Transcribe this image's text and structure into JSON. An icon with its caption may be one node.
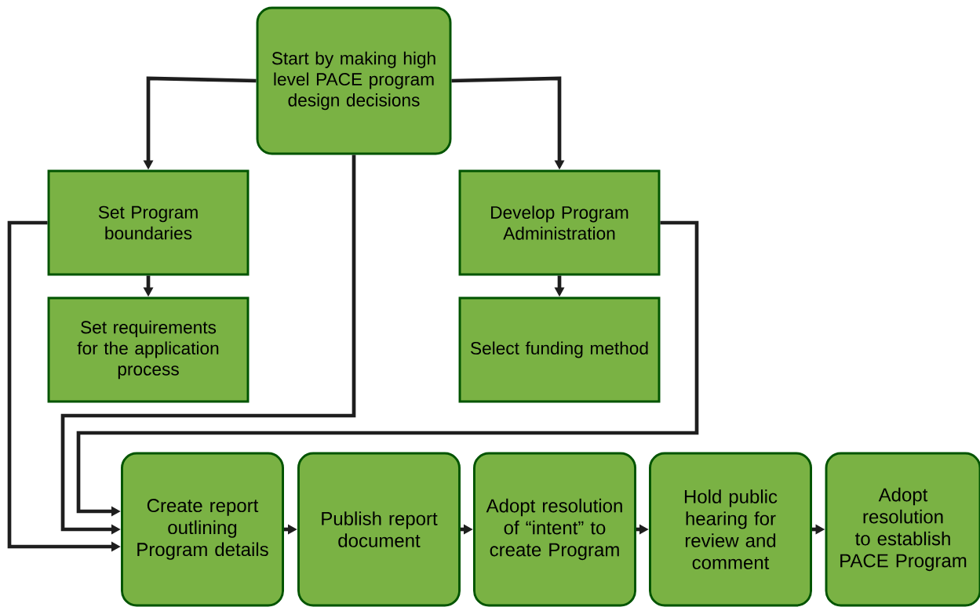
{
  "diagram": {
    "nodes": [
      {
        "text": [
          "Start by making high level PACE program design decisions"
        ]
      },
      {
        "text": [
          "Set Program boundaries"
        ]
      },
      {
        "text": [
          "Set requirements for the application process"
        ]
      },
      {
        "text": [
          "Develop Program Administration"
        ]
      },
      {
        "text": [
          "Select funding method"
        ]
      },
      {
        "text": [
          "Create report outlining Program details"
        ]
      },
      {
        "text": [
          "Publish report document"
        ]
      },
      {
        "text": [
          "Adopt resolution of “intent” to create Program"
        ]
      },
      {
        "text": [
          "Hold public hearing for review and comment"
        ]
      },
      {
        "text": [
          "Adopt resolution to establish PACE Program"
        ]
      }
    ],
    "edges": [
      {
        "from": 0,
        "to": 1,
        "arrow": "to"
      },
      {
        "from": 0,
        "to": 3,
        "arrow": "to"
      },
      {
        "from": 1,
        "to": 2,
        "arrow": "to"
      },
      {
        "from": 3,
        "to": 4,
        "arrow": "to"
      },
      {
        "from": 0,
        "to": 5,
        "arrow": "to"
      },
      {
        "from": 3,
        "to": 5,
        "arrow": "to"
      },
      {
        "from": 1,
        "to": 5,
        "arrow": "to"
      },
      {
        "from": 5,
        "to": 6,
        "arrow": "to"
      },
      {
        "from": 6,
        "to": 7,
        "arrow": "to"
      },
      {
        "from": 7,
        "to": 8,
        "arrow": "to"
      },
      {
        "from": 8,
        "to": 9,
        "arrow": "to"
      }
    ]
  }
}
